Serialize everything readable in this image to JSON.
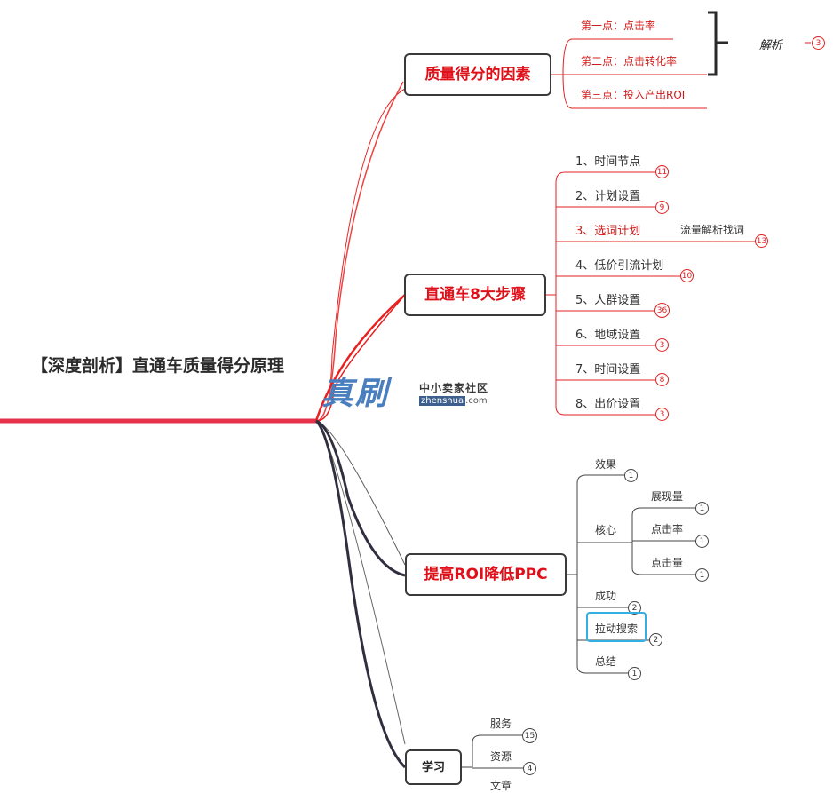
{
  "root": {
    "title": "【深度剖析】直通车质量得分原理"
  },
  "watermark": {
    "main": "真刷",
    "sub": "中小卖家社区",
    "domain": "zhenshua",
    "tld": ".com"
  },
  "branches": [
    {
      "label": "质量得分的因素",
      "children": [
        {
          "label": "第一点：点击率"
        },
        {
          "label": "第二点：点击转化率"
        },
        {
          "label": "第三点：投入产出ROI"
        }
      ],
      "note": {
        "label": "解析",
        "count": "3"
      }
    },
    {
      "label": "直通车8大步骤",
      "children": [
        {
          "label": "1、时间节点",
          "count": "11"
        },
        {
          "label": "2、计划设置",
          "count": "9"
        },
        {
          "label": "3、选词计划",
          "extra": "流量解析找词",
          "count": "13"
        },
        {
          "label": "4、低价引流计划",
          "count": "10"
        },
        {
          "label": "5、人群设置",
          "count": "36"
        },
        {
          "label": "6、地域设置",
          "count": "3"
        },
        {
          "label": "7、时间设置",
          "count": "8"
        },
        {
          "label": "8、出价设置",
          "count": "3"
        }
      ]
    },
    {
      "label": "提高ROI降低PPC",
      "children": [
        {
          "label": "效果",
          "count": "1"
        },
        {
          "label": "核心",
          "children": [
            {
              "label": "展现量",
              "count": "1"
            },
            {
              "label": "点击率",
              "count": "1"
            },
            {
              "label": "点击量",
              "count": "1"
            }
          ]
        },
        {
          "label": "成功",
          "count": "2"
        },
        {
          "label": "拉动搜索",
          "count": "2"
        },
        {
          "label": "总结",
          "count": "1"
        }
      ]
    },
    {
      "label": "学习",
      "children": [
        {
          "label": "服务",
          "count": "15"
        },
        {
          "label": "资源",
          "count": "4"
        },
        {
          "label": "文章"
        }
      ]
    }
  ],
  "colors": {
    "accent": "#e0101a",
    "root_line": "#e6314a",
    "dark_line": "#2f2f3f",
    "highlight": "#33b0e0"
  }
}
